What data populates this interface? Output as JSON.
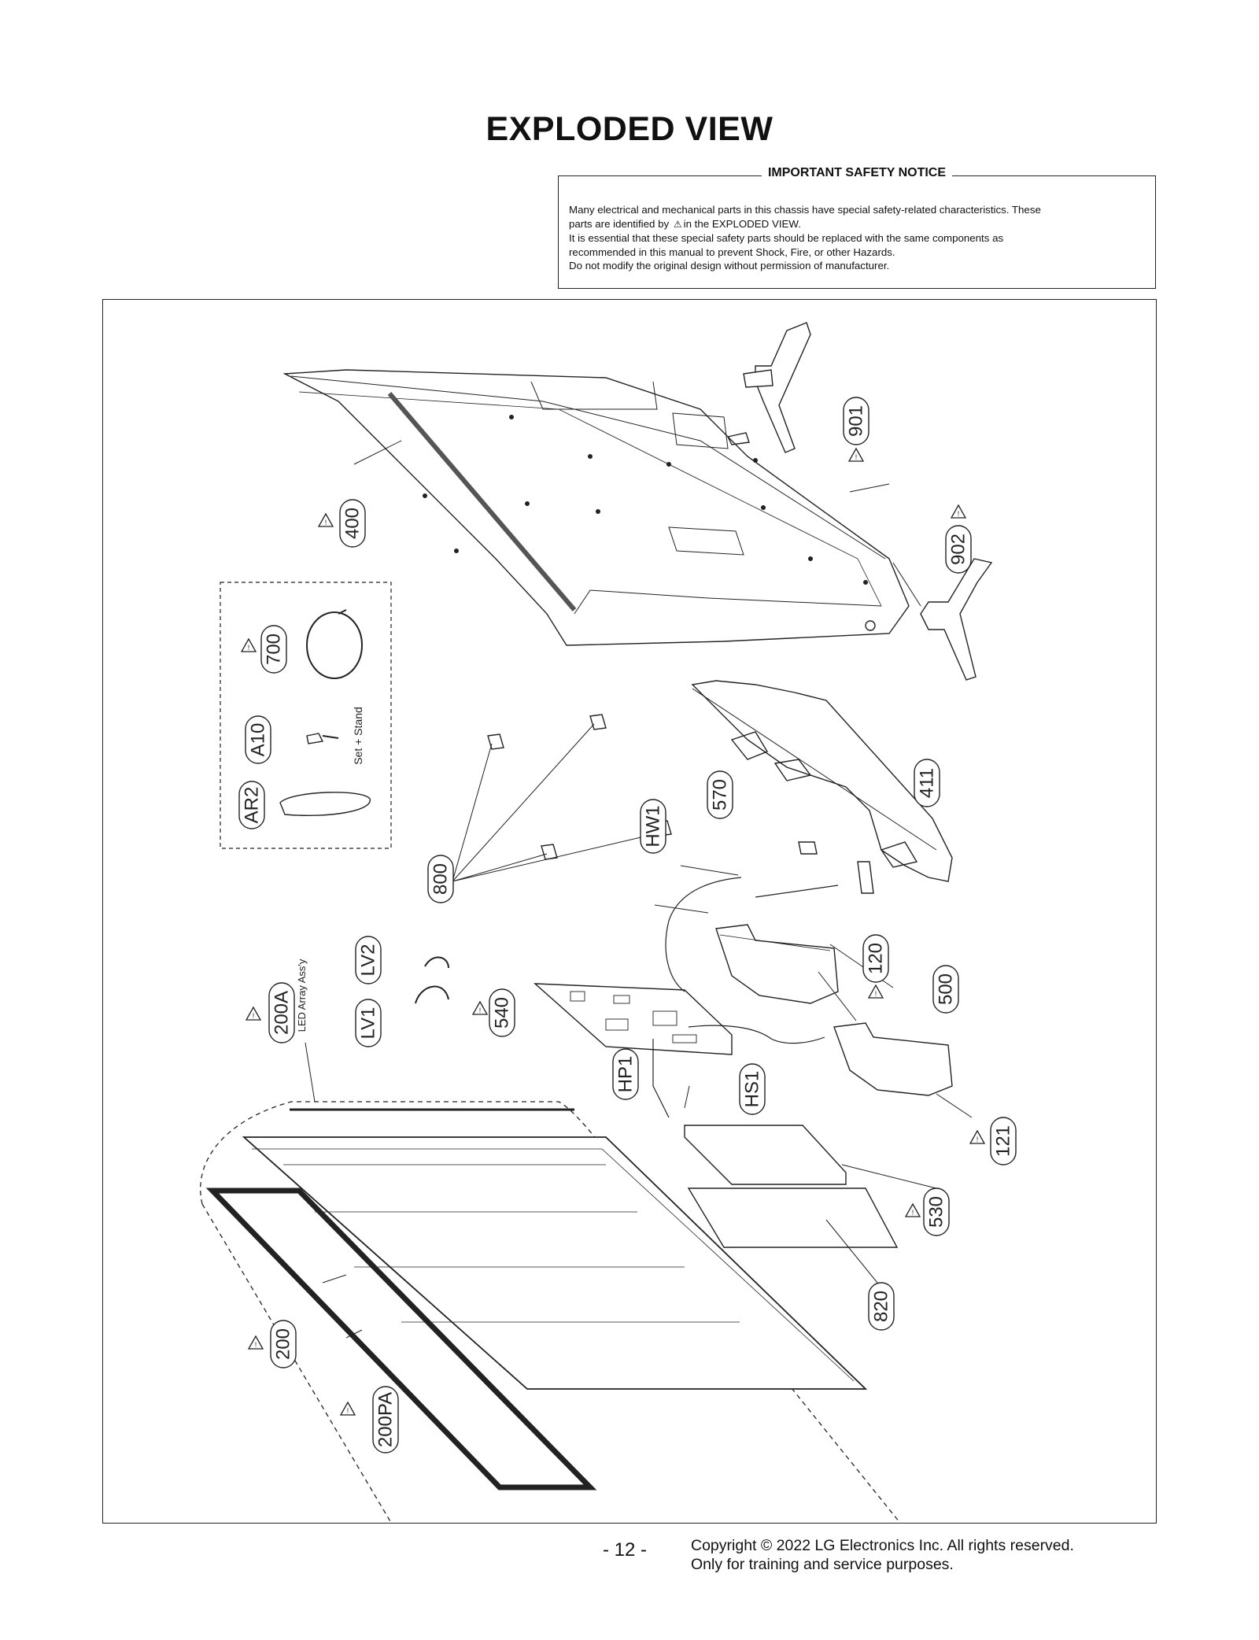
{
  "title": "EXPLODED VIEW",
  "notice": {
    "heading": "IMPORTANT SAFETY NOTICE",
    "line1": "Many electrical and mechanical parts in this chassis have special safety-related characteristics. These",
    "line2a": "parts are identified by",
    "line2b": "in the EXPLODED VIEW.",
    "line3": "It is essential that these special safety parts should be replaced with the same components as",
    "line4": "recommended in this manual to prevent Shock, Fire, or other Hazards.",
    "line5": "Do not modify the original design without permission of manufacturer."
  },
  "labels": {
    "p901": "901",
    "p902": "902",
    "p400": "400",
    "p411": "411",
    "p700": "700",
    "pA10": "A10",
    "pAR2": "AR2",
    "p570": "570",
    "pHW1": "HW1",
    "p800": "800",
    "p500": "500",
    "p120": "120",
    "pLV2": "LV2",
    "pLV1": "LV1",
    "p540": "540",
    "p200A": "200A",
    "pHP1": "HP1",
    "pHS1": "HS1",
    "p121": "121",
    "p530": "530",
    "p820": "820",
    "p200": "200",
    "p200PA": "200PA"
  },
  "annotations": {
    "set_stand": "Set + Stand",
    "led_array": "LED Array Ass'y"
  },
  "footer": {
    "page": "- 12 -",
    "copyright1": "Copyright © 2022 LG Electronics Inc. All rights reserved.",
    "copyright2": "Only for training and service purposes."
  }
}
